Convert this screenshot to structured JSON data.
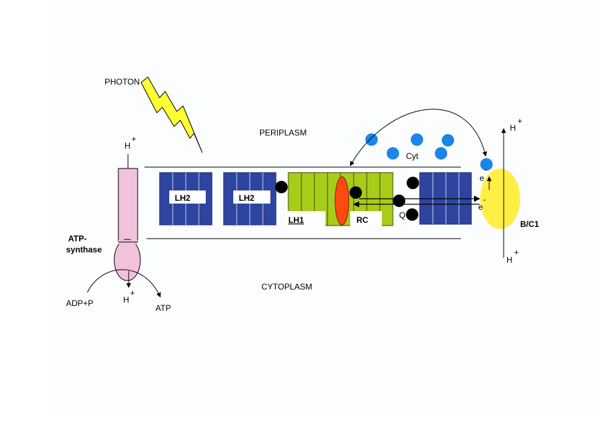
{
  "labels": {
    "photon": "PHOTON",
    "periplasm": "PERIPLASM",
    "cytoplasm": "CYTOPLASM",
    "lh2_a": "LH2",
    "lh2_b": "LH2",
    "lh1": "LH1",
    "rc": "RC",
    "cyt": "Cyt",
    "q": "Q",
    "bc1": "B/C1",
    "atp_synthase_1": "ATP-",
    "atp_synthase_2": "synthase",
    "adp_p": "ADP+P",
    "atp": "ATP",
    "h": "H",
    "plus": "+",
    "e": "e",
    "minus": "-"
  },
  "colors": {
    "lh2_blue": "#2e45a0",
    "lh1_green": "#a8cc1a",
    "rc_red": "#ff4a12",
    "cyt_blue": "#1a86e8",
    "bc1_yellow": "#ffee44",
    "atp_pink": "#f2c2dc",
    "photon_yellow": "#ffff33"
  }
}
